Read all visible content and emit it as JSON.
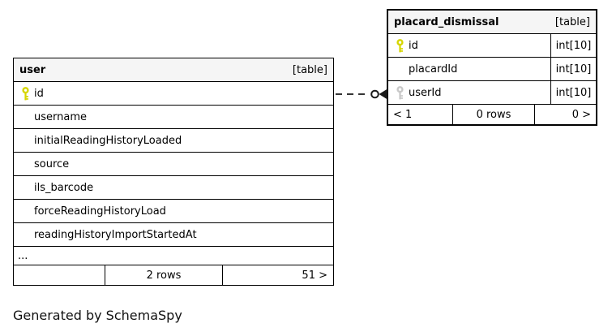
{
  "page": {
    "footer_note": "Generated by SchemaSpy",
    "background": "#ffffff"
  },
  "colors": {
    "primary_key": "#d6d600",
    "foreign_key": "#c9c9c9",
    "header_bg": "#f5f5f5",
    "table_border": "#000000",
    "relation_line": "#1a1a1a"
  },
  "tables": {
    "user": {
      "title": "user",
      "badge": "[table]",
      "columns": [
        {
          "name": "id",
          "key": "primary",
          "icon": "primary-key-icon"
        },
        {
          "name": "username"
        },
        {
          "name": "initialReadingHistoryLoaded"
        },
        {
          "name": "source"
        },
        {
          "name": "ils_barcode"
        },
        {
          "name": "forceReadingHistoryLoad"
        },
        {
          "name": "readingHistoryImportStartedAt"
        }
      ],
      "truncation_marker": "...",
      "footer": {
        "left": "",
        "center": "2 rows",
        "right": "51 >"
      }
    },
    "placard_dismissal": {
      "title": "placard_dismissal",
      "badge": "[table]",
      "columns": [
        {
          "name": "id",
          "type": "int[10]",
          "key": "primary",
          "icon": "primary-key-icon"
        },
        {
          "name": "placardId",
          "type": "int[10]"
        },
        {
          "name": "userId",
          "type": "int[10]",
          "key": "foreign",
          "icon": "foreign-key-icon"
        }
      ],
      "footer": {
        "left": "< 1",
        "center": "0 rows",
        "right": "0 >"
      }
    }
  },
  "relationship": {
    "from": "user.id",
    "to": "placard_dismissal.userId",
    "line_style": "dashed",
    "markers": [
      "open-circle",
      "filled-arrowhead"
    ]
  }
}
